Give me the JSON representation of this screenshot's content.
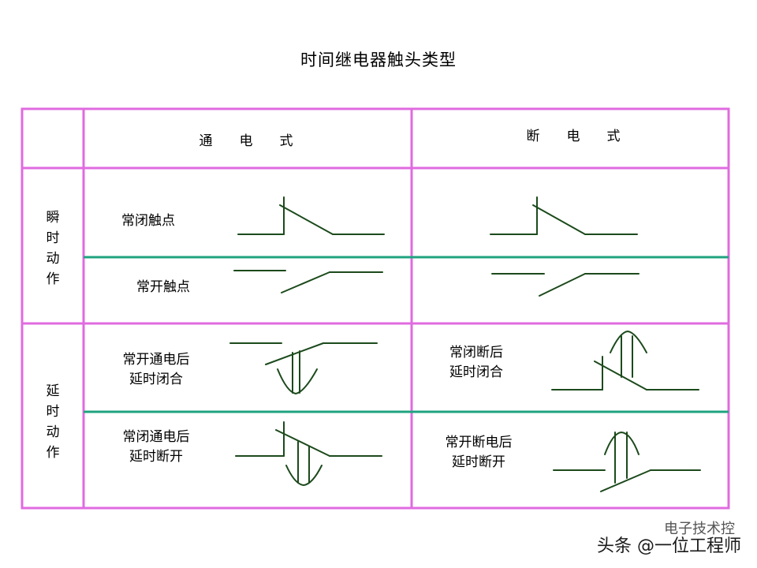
{
  "title": "时间继电器触头类型",
  "headers": {
    "col_power_on": "通　　电　　式",
    "col_power_off": "断　　电　　式"
  },
  "row_groups": {
    "instant": [
      "瞬",
      "时",
      "动",
      "作"
    ],
    "delay": [
      "延",
      "时",
      "动",
      "作"
    ]
  },
  "cells": {
    "instant_nc_label": "常闭触点",
    "instant_no_label": "常开触点",
    "on_delay_close": [
      "常开通电后",
      "延时闭合"
    ],
    "on_delay_open": [
      "常闭通电后",
      "延时断开"
    ],
    "off_delay_close": [
      "常闭断后",
      "延时闭合"
    ],
    "off_delay_open": [
      "常开断电后",
      "延时断开"
    ]
  },
  "colors": {
    "grid": "#e06be0",
    "divider": "#1fa37f",
    "symbol": "#1c4a1c"
  },
  "watermark": {
    "sub": "电子技术控",
    "main": "头条 @一位工程师"
  }
}
